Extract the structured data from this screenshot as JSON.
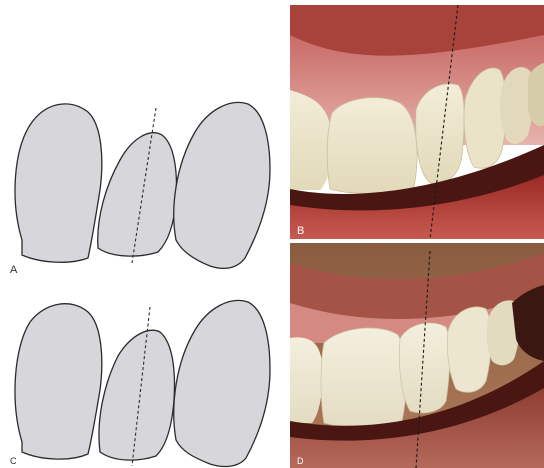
{
  "figure": {
    "labels": {
      "a": "A",
      "b": "B",
      "c": "C",
      "d": "D"
    },
    "colors": {
      "tooth_fill": "#d7d7db",
      "tooth_stroke": "#2b2b2b",
      "axis_line": "#2b2b2b",
      "gingiva": "#d98f8a",
      "lip": "#b8413a",
      "enamel": "#efe8cf",
      "shadow": "#4a1612",
      "skin": "#b07c5a"
    },
    "icons": [
      "dashed-axis-line",
      "tooth-outline"
    ]
  }
}
